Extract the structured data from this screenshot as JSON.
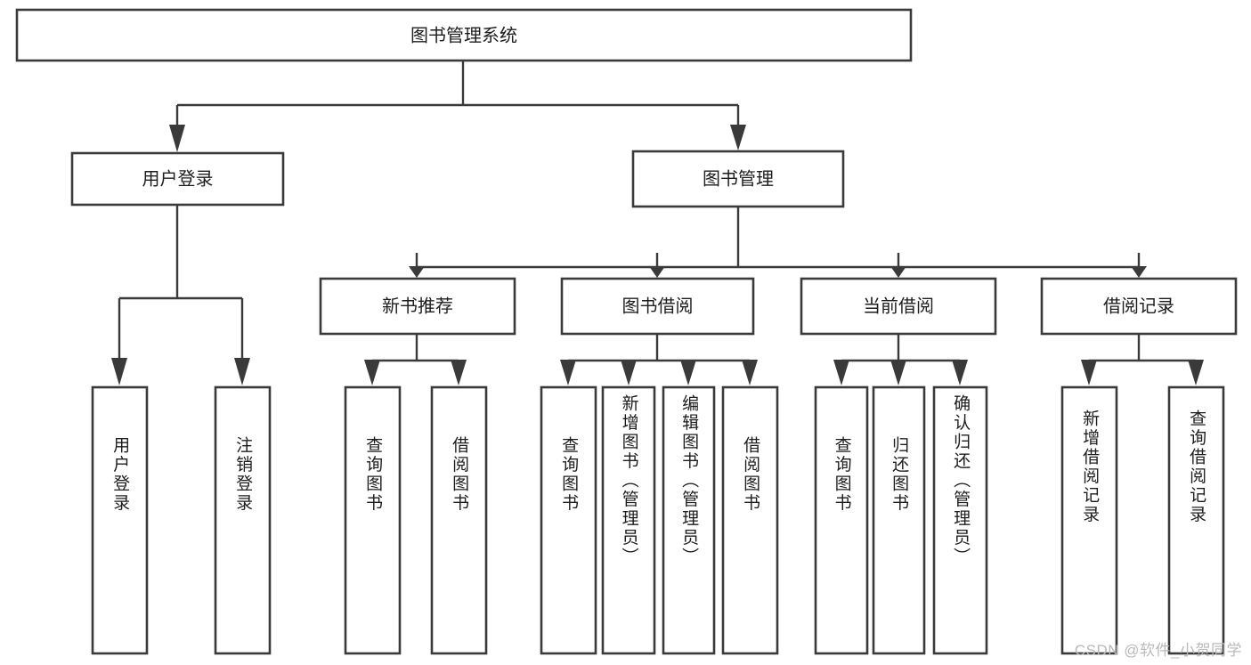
{
  "diagram": {
    "type": "tree-hierarchy-diagram",
    "title": "图书管理系统",
    "colors": {
      "box_stroke": "#3a3a3a",
      "box_fill": "#ffffff",
      "connector": "#3a3a3a",
      "text": "#1d1d1d",
      "watermark": "#b9b9b9",
      "background": "#ffffff"
    },
    "root": {
      "label": "图书管理系统",
      "orientation": "horizontal"
    },
    "level2": [
      {
        "label": "用户登录",
        "orientation": "horizontal"
      },
      {
        "label": "图书管理",
        "orientation": "horizontal"
      }
    ],
    "level3": [
      {
        "label": "新书推荐",
        "orientation": "horizontal"
      },
      {
        "label": "图书借阅",
        "orientation": "horizontal"
      },
      {
        "label": "当前借阅",
        "orientation": "horizontal"
      },
      {
        "label": "借阅记录",
        "orientation": "horizontal"
      }
    ],
    "leaves": {
      "user_login": [
        {
          "label": "用户登录",
          "orientation": "vertical"
        },
        {
          "label": "注销登录",
          "orientation": "vertical"
        }
      ],
      "new_book_recommend": [
        {
          "label": "查询图书",
          "orientation": "vertical"
        },
        {
          "label": "借阅图书",
          "orientation": "vertical"
        }
      ],
      "book_borrow": [
        {
          "label": "查询图书",
          "orientation": "vertical"
        },
        {
          "label": "新增图书（管理员）",
          "orientation": "vertical"
        },
        {
          "label": "编辑图书（管理员）",
          "orientation": "vertical"
        },
        {
          "label": "借阅图书",
          "orientation": "vertical"
        }
      ],
      "current_borrow": [
        {
          "label": "查询图书",
          "orientation": "vertical"
        },
        {
          "label": "归还图书",
          "orientation": "vertical"
        },
        {
          "label": "确认归还（管理员）",
          "orientation": "vertical"
        }
      ],
      "borrow_record": [
        {
          "label": "新增借阅记录",
          "orientation": "vertical"
        },
        {
          "label": "查询借阅记录",
          "orientation": "vertical"
        }
      ]
    }
  },
  "watermark": {
    "text": "CSDN @软件_小贺同学"
  }
}
